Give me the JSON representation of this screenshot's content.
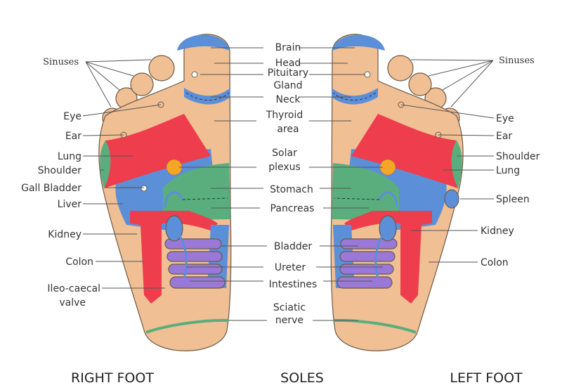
{
  "colors": {
    "skin": "#f0bf94",
    "blue": "#5b8fd8",
    "red": "#ee3d4c",
    "green": "#5aae7e",
    "purple": "#9a78d8",
    "sun": "#f5a623"
  },
  "center_labels": {
    "brain": "Brain",
    "head": "Head",
    "pituitary_1": "Pituitary",
    "pituitary_2": "Gland",
    "neck": "Neck",
    "thyroid_1": "Thyroid",
    "thyroid_2": "area",
    "solar_1": "Solar",
    "solar_2": "plexus",
    "stomach": "Stomach",
    "pancreas": "Pancreas",
    "bladder": "Bladder",
    "ureter": "Ureter",
    "intestines": "Intestines",
    "sciatic_1": "Sciatic",
    "sciatic_2": "nerve"
  },
  "right_foot_labels": {
    "sinuses": "Sinuses",
    "eye": "Eye",
    "ear": "Ear",
    "lung": "Lung",
    "shoulder": "Shoulder",
    "gall_bladder": "Gall Bladder",
    "liver": "Liver",
    "kidney": "Kidney",
    "colon": "Colon",
    "ileo_1": "Ileo-caecal",
    "ileo_2": "valve"
  },
  "left_foot_labels": {
    "sinuses": "Sinuses",
    "eye": "Eye",
    "ear": "Ear",
    "shoulder": "Shoulder",
    "lung": "Lung",
    "spleen": "Spleen",
    "kidney": "Kidney",
    "colon": "Colon"
  },
  "footer": {
    "right": "RIGHT FOOT",
    "center": "SOLES",
    "left": "LEFT FOOT"
  }
}
